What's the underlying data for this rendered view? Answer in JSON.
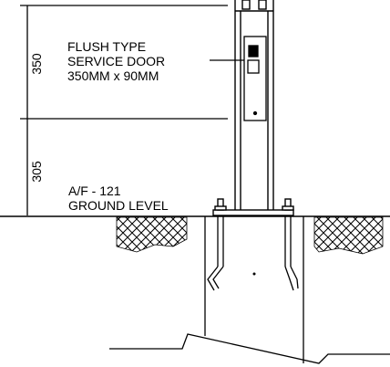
{
  "dimensions": {
    "upper": "350",
    "lower": "305"
  },
  "service_door": {
    "line1": "FLUSH TYPE",
    "line2": "SERVICE DOOR",
    "line3": "350MM x 90MM"
  },
  "ground": {
    "line1": "A/F - 121",
    "line2": "GROUND LEVEL"
  }
}
